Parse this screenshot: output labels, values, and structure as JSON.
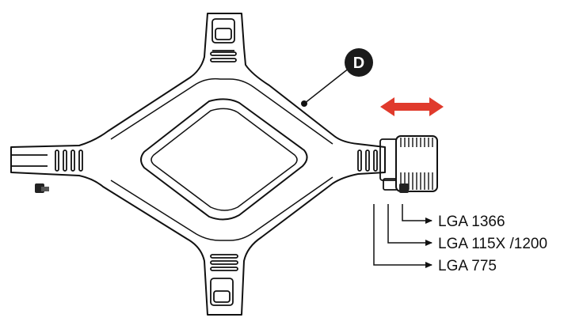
{
  "badge": {
    "letter": "D",
    "fill": "#1a1a1a"
  },
  "arrow": {
    "color": "#e03a2c"
  },
  "socket_labels": [
    {
      "text": "LGA 1366"
    },
    {
      "text": "LGA 115X /1200"
    },
    {
      "text": "LGA 775"
    }
  ],
  "line_color": "#111111"
}
